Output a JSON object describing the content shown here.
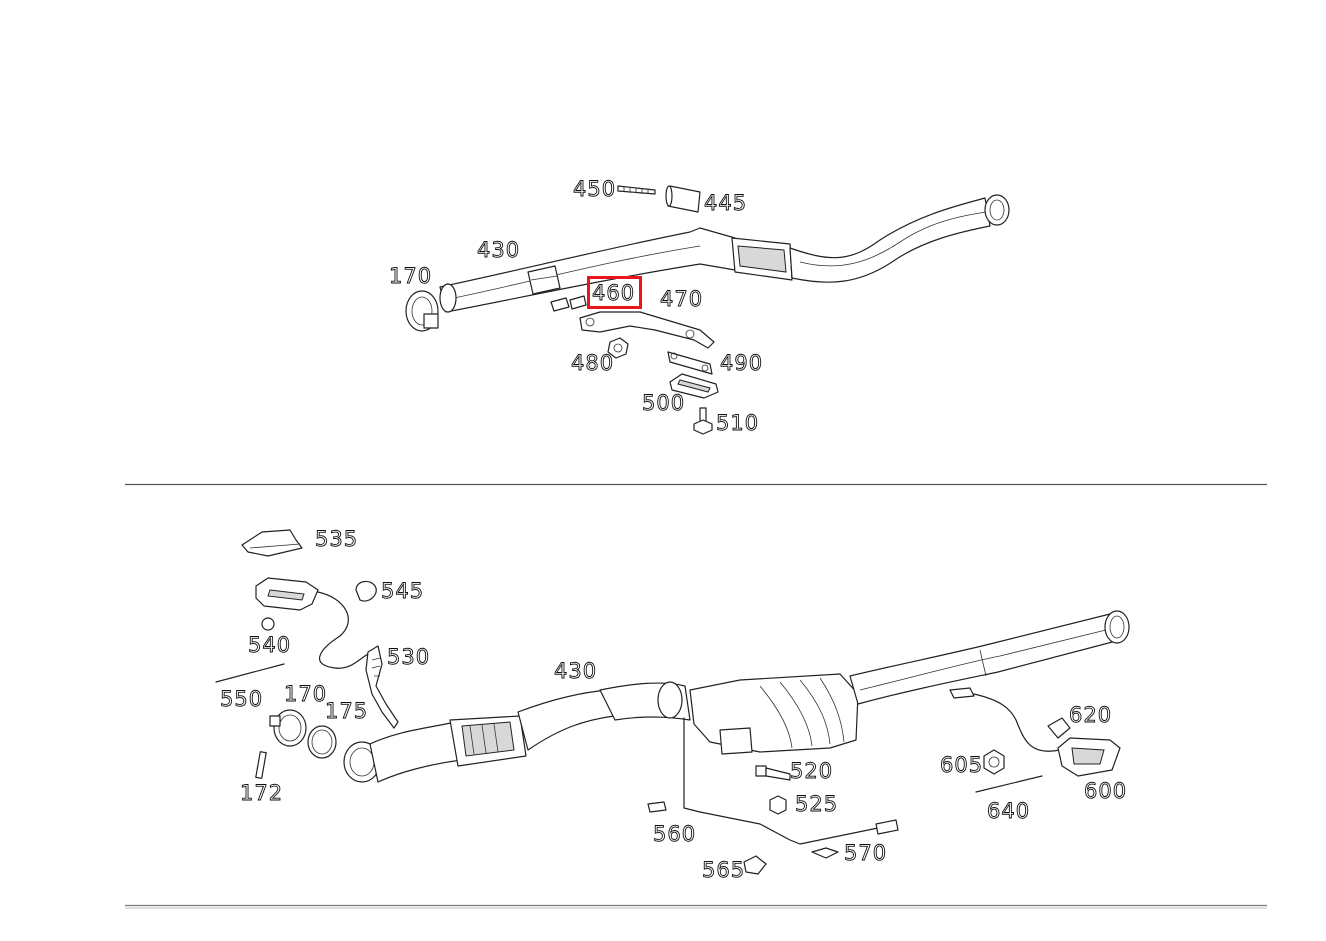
{
  "callouts": {
    "top": {
      "c450": "450",
      "c445": "445",
      "c430": "430",
      "c170": "170",
      "c460": "460",
      "c470": "470",
      "c480": "480",
      "c490": "490",
      "c500": "500",
      "c510": "510"
    },
    "bottom": {
      "c535": "535",
      "c545": "545",
      "c540": "540",
      "c530": "530",
      "c550": "550",
      "c170": "170",
      "c175": "175",
      "c172": "172",
      "c430": "430",
      "c520": "520",
      "c525": "525",
      "c560": "560",
      "c565": "565",
      "c570": "570",
      "c605": "605",
      "c620": "620",
      "c640": "640",
      "c600": "600"
    }
  },
  "highlight": {
    "callout": "460",
    "color": "#e8161b"
  },
  "colors": {
    "line": "#222222",
    "divider": "#555555",
    "background": "#ffffff"
  }
}
